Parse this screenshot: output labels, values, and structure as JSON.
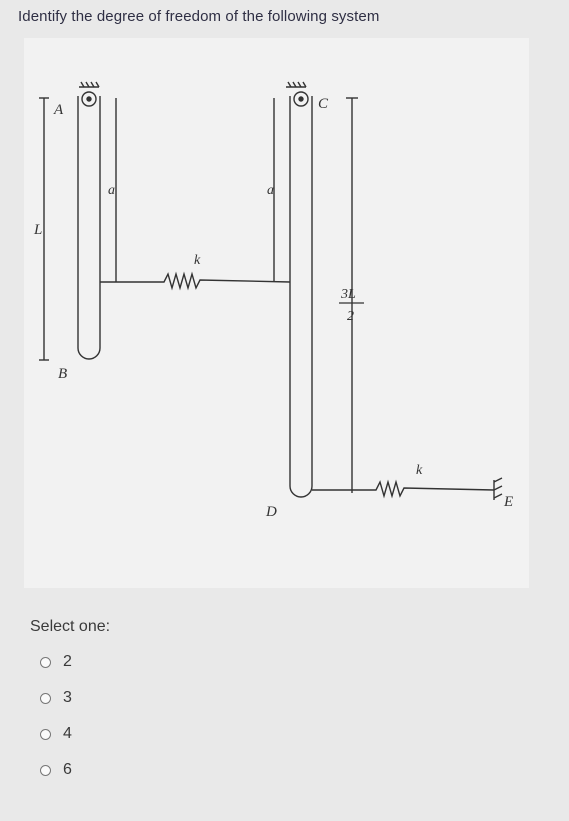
{
  "question": {
    "text": "Identify the degree of freedom of the following system"
  },
  "figure": {
    "labels": {
      "A": "A",
      "B": "B",
      "C": "C",
      "D": "D",
      "E": "E",
      "L": "L",
      "a_left": "a",
      "a_right": "a",
      "k_top": "k",
      "k_bottom": "k",
      "three_L_num": "3L",
      "three_L_den": "2"
    }
  },
  "answer": {
    "select_label": "Select one:",
    "options": [
      {
        "label": "2"
      },
      {
        "label": "3"
      },
      {
        "label": "4"
      },
      {
        "label": "6"
      }
    ]
  }
}
